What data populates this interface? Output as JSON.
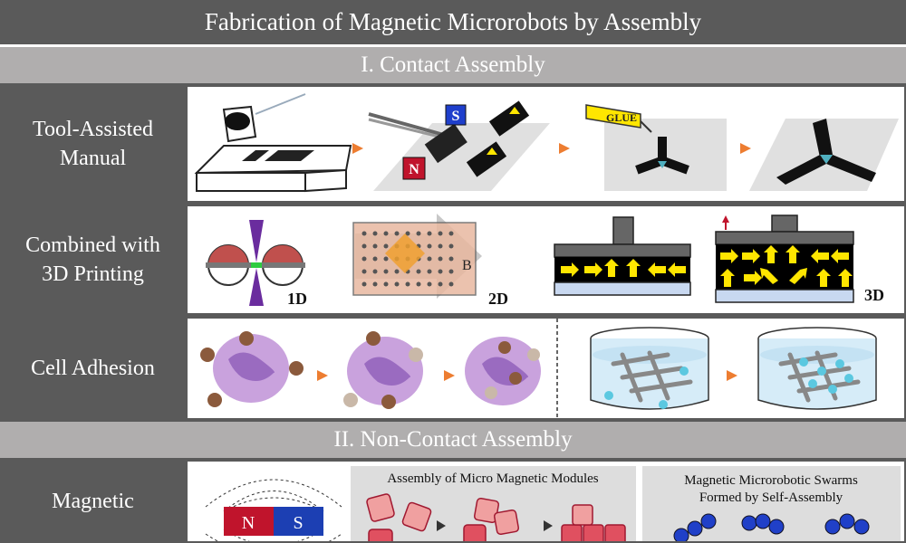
{
  "title": "Fabrication of Magnetic Microrobots by Assembly",
  "section1": {
    "title": "I. Contact Assembly"
  },
  "section2": {
    "title": "II. Non-Contact Assembly"
  },
  "rows": {
    "tool": {
      "label_line1": "Tool-Assisted",
      "label_line2": "Manual",
      "glue_text": "GLUE",
      "s_text": "S",
      "n_text": "N"
    },
    "printing": {
      "label_line1": "Combined with",
      "label_line2": "3D Printing",
      "lbl_1d": "1D",
      "lbl_2d": "2D",
      "lbl_3d": "3D",
      "field_b": "B"
    },
    "cell": {
      "label": "Cell Adhesion"
    },
    "magnetic": {
      "label": "Magnetic",
      "magnet_n": "N",
      "magnet_s": "S",
      "panel1_title": "Assembly of Micro Magnetic Modules",
      "panel2_title_line1": "Magnetic Microrobotic Swarms",
      "panel2_title_line2": "Formed by Self-Assembly"
    }
  },
  "colors": {
    "header": "#5a5a5a",
    "section": "#b0aeae",
    "arrow": "#ed7d31",
    "magnet_red": "#c0142c",
    "magnet_blue": "#1c3fb3",
    "cell": "#c9a2dd",
    "bead": "#8b5a3c",
    "yellow_arrow": "#ffe600",
    "cube_blue": "#1f3fcc"
  }
}
